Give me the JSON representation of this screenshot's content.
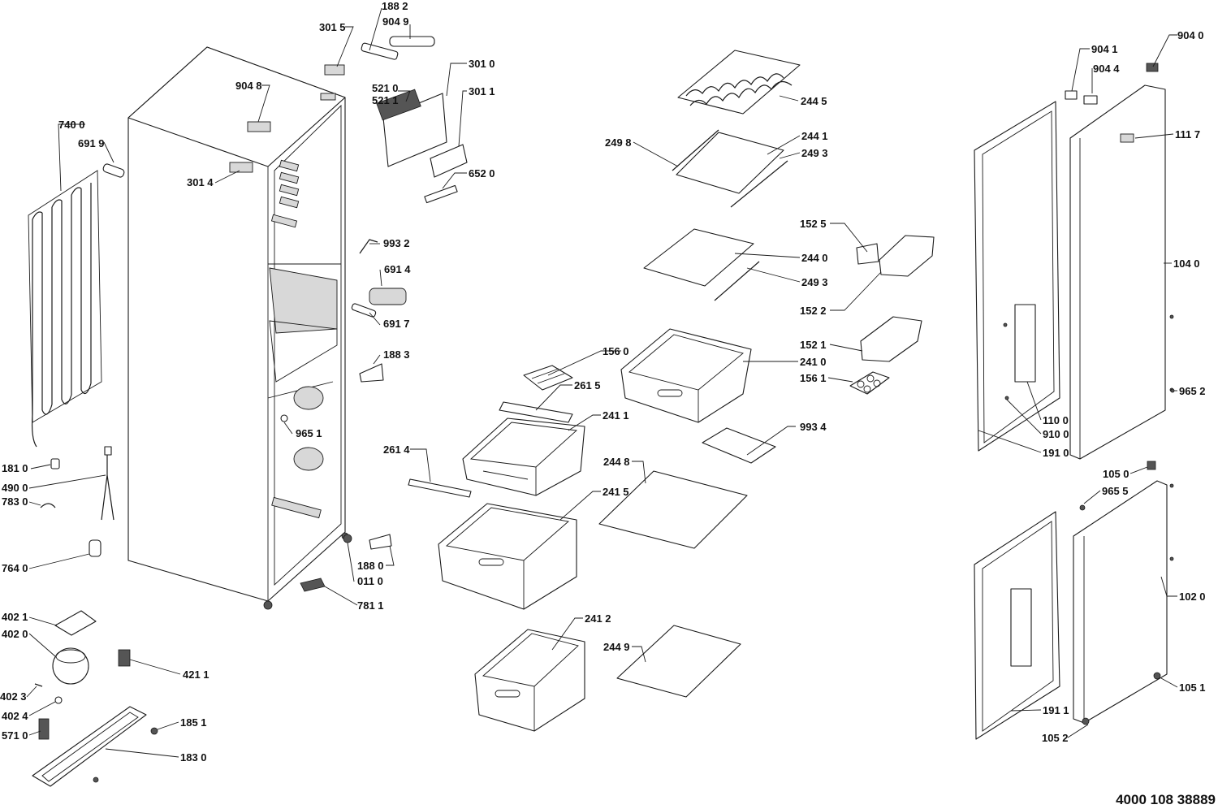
{
  "document": {
    "number": "4000 108 38889"
  },
  "labels": [
    {
      "id": "l1882",
      "text": "188 2"
    },
    {
      "id": "l9049",
      "text": "904 9"
    },
    {
      "id": "l3015",
      "text": "301 5"
    },
    {
      "id": "l3010",
      "text": "301 0"
    },
    {
      "id": "l5210",
      "text": "521 0"
    },
    {
      "id": "l5211",
      "text": "521 1"
    },
    {
      "id": "l3011",
      "text": "301 1"
    },
    {
      "id": "l9048",
      "text": "904 8"
    },
    {
      "id": "l7400",
      "text": "740 0"
    },
    {
      "id": "l6919",
      "text": "691 9"
    },
    {
      "id": "l3014",
      "text": "301 4"
    },
    {
      "id": "l6520",
      "text": "652 0"
    },
    {
      "id": "l9932",
      "text": "993 2"
    },
    {
      "id": "l6914",
      "text": "691 4"
    },
    {
      "id": "l6917",
      "text": "691 7"
    },
    {
      "id": "l1883",
      "text": "188 3"
    },
    {
      "id": "l9651",
      "text": "965 1"
    },
    {
      "id": "l1810",
      "text": "181 0"
    },
    {
      "id": "l4900",
      "text": "490 0"
    },
    {
      "id": "l7830",
      "text": "783 0"
    },
    {
      "id": "l7640",
      "text": "764 0"
    },
    {
      "id": "l1880",
      "text": "188 0"
    },
    {
      "id": "l0110",
      "text": "011 0"
    },
    {
      "id": "l7811",
      "text": "781 1"
    },
    {
      "id": "l4021",
      "text": "402 1"
    },
    {
      "id": "l4020",
      "text": "402 0"
    },
    {
      "id": "l4211",
      "text": "421 1"
    },
    {
      "id": "l4023",
      "text": "402 3"
    },
    {
      "id": "l4024",
      "text": "402 4"
    },
    {
      "id": "l1851",
      "text": "185 1"
    },
    {
      "id": "l5710",
      "text": "571 0"
    },
    {
      "id": "l1830",
      "text": "183 0"
    },
    {
      "id": "l2445",
      "text": "244 5"
    },
    {
      "id": "l2441",
      "text": "244 1"
    },
    {
      "id": "l2498",
      "text": "249 8"
    },
    {
      "id": "l2493a",
      "text": "249 3"
    },
    {
      "id": "l1525",
      "text": "152 5"
    },
    {
      "id": "l2440",
      "text": "244 0"
    },
    {
      "id": "l2493b",
      "text": "249 3"
    },
    {
      "id": "l1522",
      "text": "152 2"
    },
    {
      "id": "l1521",
      "text": "152 1"
    },
    {
      "id": "l1560",
      "text": "156 0"
    },
    {
      "id": "l2410",
      "text": "241 0"
    },
    {
      "id": "l1561",
      "text": "156 1"
    },
    {
      "id": "l2615",
      "text": "261 5"
    },
    {
      "id": "l2411",
      "text": "241 1"
    },
    {
      "id": "l9934",
      "text": "993 4"
    },
    {
      "id": "l2614",
      "text": "261 4"
    },
    {
      "id": "l2448",
      "text": "244 8"
    },
    {
      "id": "l2415",
      "text": "241 5"
    },
    {
      "id": "l2412",
      "text": "241 2"
    },
    {
      "id": "l2449",
      "text": "244 9"
    },
    {
      "id": "l9041",
      "text": "904 1"
    },
    {
      "id": "l9040",
      "text": "904 0"
    },
    {
      "id": "l9044",
      "text": "904 4"
    },
    {
      "id": "l1117",
      "text": "111 7"
    },
    {
      "id": "l1040",
      "text": "104 0"
    },
    {
      "id": "l9652",
      "text": "965 2"
    },
    {
      "id": "l1100",
      "text": "110 0"
    },
    {
      "id": "l9100",
      "text": "910 0"
    },
    {
      "id": "l1910",
      "text": "191 0"
    },
    {
      "id": "l1050",
      "text": "105 0"
    },
    {
      "id": "l9655",
      "text": "965 5"
    },
    {
      "id": "l1020",
      "text": "102 0"
    },
    {
      "id": "l1051",
      "text": "105 1"
    },
    {
      "id": "l1911",
      "text": "191 1"
    },
    {
      "id": "l1052",
      "text": "105 2"
    }
  ]
}
